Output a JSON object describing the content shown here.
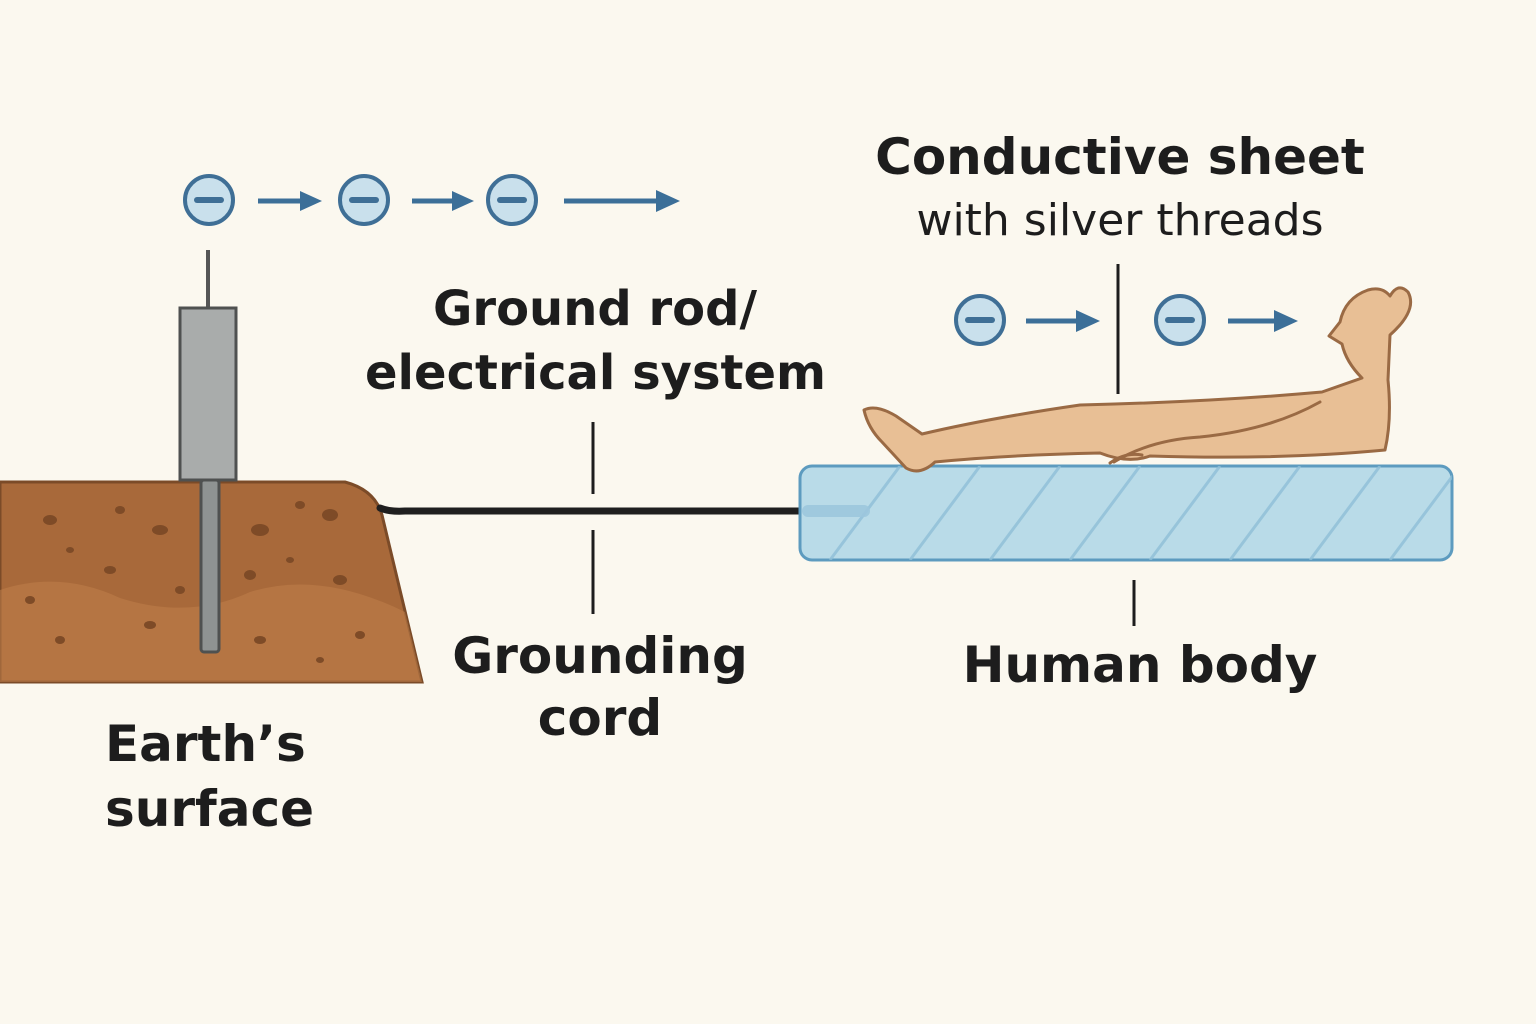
{
  "diagram": {
    "labels": {
      "earth_surface": [
        "Earth’s",
        "surface"
      ],
      "ground_rod": [
        "Ground rod/",
        "electrical system"
      ],
      "grounding_cord": [
        "Grounding",
        "cord"
      ],
      "conductive_sheet_title": "Conductive sheet",
      "conductive_sheet_subtitle": "with silver threads",
      "human_body": "Human body"
    },
    "electron_symbol": "−",
    "colors": {
      "background": "#fbf8ef",
      "soil": "#a8693a",
      "soil_dark": "#8a5530",
      "rod": "#a9acab",
      "cord": "#1f1f1f",
      "sheet": "#b9dbe8",
      "sheet_border": "#5d9bbf",
      "body_skin": "#e8bf95",
      "body_outline": "#9a6a44",
      "electron_fill": "#c9e0ec",
      "electron_stroke": "#3f6f96",
      "arrow": "#3c6f98",
      "text": "#1d1d1d"
    }
  }
}
